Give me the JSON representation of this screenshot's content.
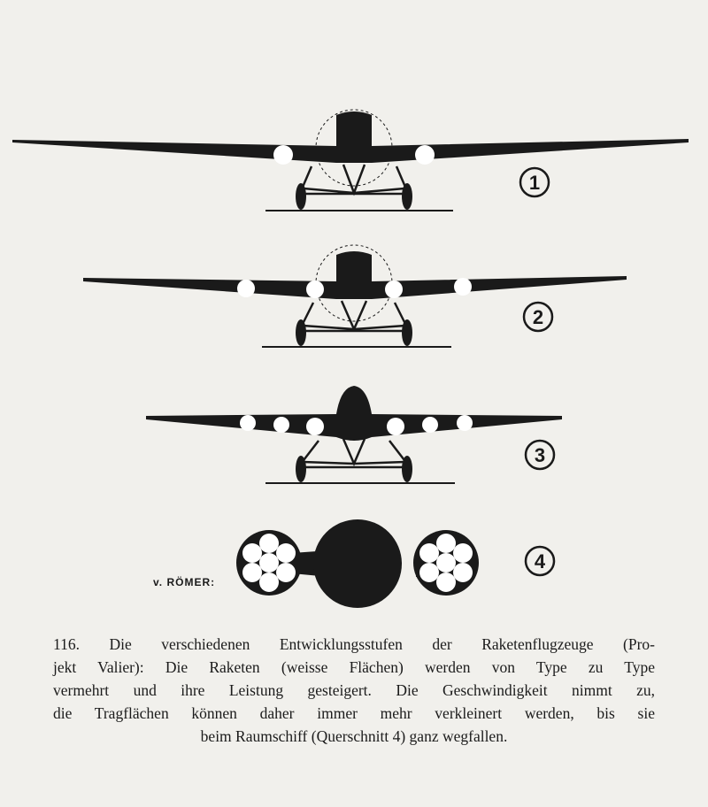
{
  "figure": {
    "labels": [
      "1",
      "2",
      "3",
      "4"
    ],
    "signature": "v. RÖMER:",
    "colors": {
      "ink": "#1a1a1a",
      "paper": "#f1f0ec",
      "rocket": "#ffffff"
    }
  },
  "caption": {
    "lines": [
      "116. Die verschiedenen Entwicklungsstufen der Raketenflugzeuge (Pro-",
      "jekt Valier): Die Raketen (weisse Flächen) werden von Type zu Type",
      "vermehrt und ihre Leistung gesteigert. Die Geschwindigkeit nimmt zu,",
      "die Tragflächen können daher immer mehr verkleinert werden, bis sie",
      "beim Raumschiff (Querschnitt 4) ganz wegfallen."
    ]
  }
}
